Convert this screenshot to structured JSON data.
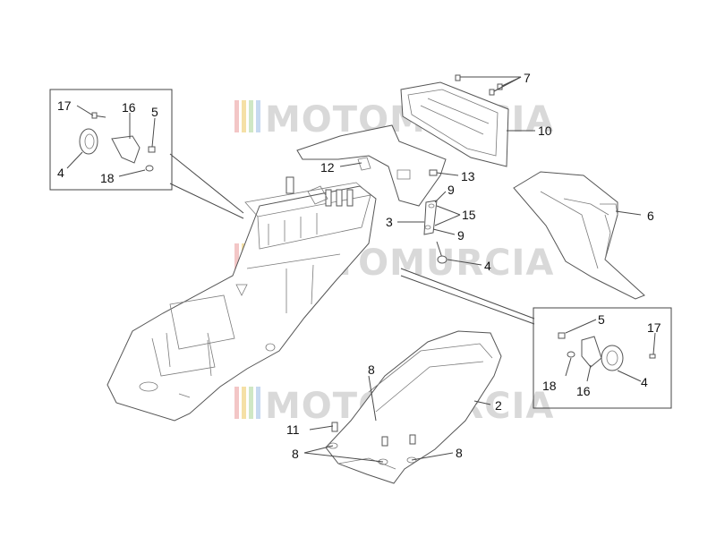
{
  "diagram": {
    "watermark": {
      "text": "MOTOMURCIA",
      "colors": [
        "#f3c6c6",
        "#f5e0a6",
        "#cfe7c5",
        "#c7d9f0"
      ]
    },
    "callouts": {
      "top_detail": {
        "c17": "17",
        "c16": "16",
        "c5": "5",
        "c4": "4",
        "c18": "18"
      },
      "main": {
        "c7": "7",
        "c10": "10",
        "c12": "12",
        "c13": "13",
        "c9a": "9",
        "c3": "3",
        "c15": "15",
        "c9b": "9",
        "c4": "4",
        "c6": "6",
        "c8a": "8",
        "c2": "2",
        "c11": "11",
        "c8b": "8",
        "c8c": "8"
      },
      "right_detail": {
        "c5": "5",
        "c17": "17",
        "c18": "18",
        "c16": "16",
        "c4": "4"
      }
    }
  }
}
